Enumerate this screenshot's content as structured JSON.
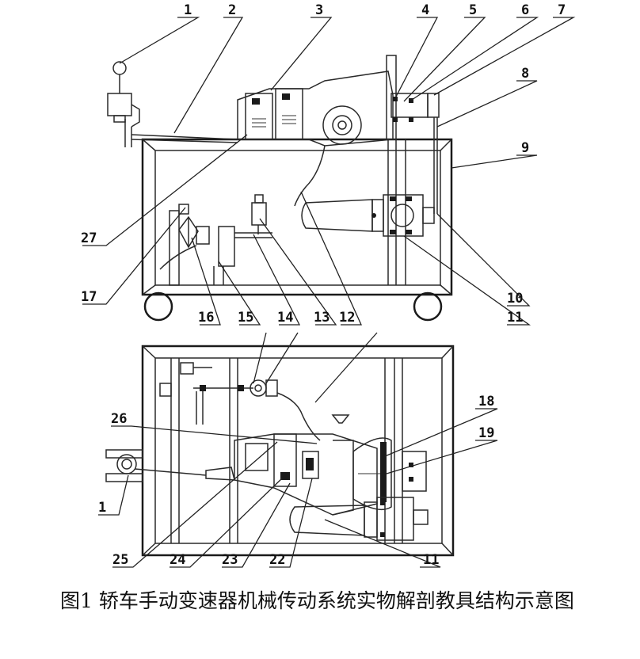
{
  "figure": {
    "caption": "图1   轿车手动变速器机械传动系统实物解剖教具结构示意图",
    "top_view_labels": [
      "1",
      "2",
      "3",
      "4",
      "5",
      "6",
      "7",
      "8",
      "9",
      "27",
      "17",
      "16",
      "15",
      "14",
      "13",
      "12",
      "10",
      "11"
    ],
    "bottom_view_labels": [
      "26",
      "18",
      "19",
      "1",
      "25",
      "24",
      "23",
      "22",
      "11"
    ]
  },
  "labels": {
    "l1": "1",
    "l2": "2",
    "l3": "3",
    "l4": "4",
    "l5": "5",
    "l6": "6",
    "l7": "7",
    "l8": "8",
    "l9": "9",
    "l10": "10",
    "l11": "11",
    "l12": "12",
    "l13": "13",
    "l14": "14",
    "l15": "15",
    "l16": "16",
    "l17": "17",
    "l27": "27",
    "b1": "1",
    "b11": "11",
    "b18": "18",
    "b19": "19",
    "b22": "22",
    "b23": "23",
    "b24": "24",
    "b25": "25",
    "b26": "26"
  }
}
